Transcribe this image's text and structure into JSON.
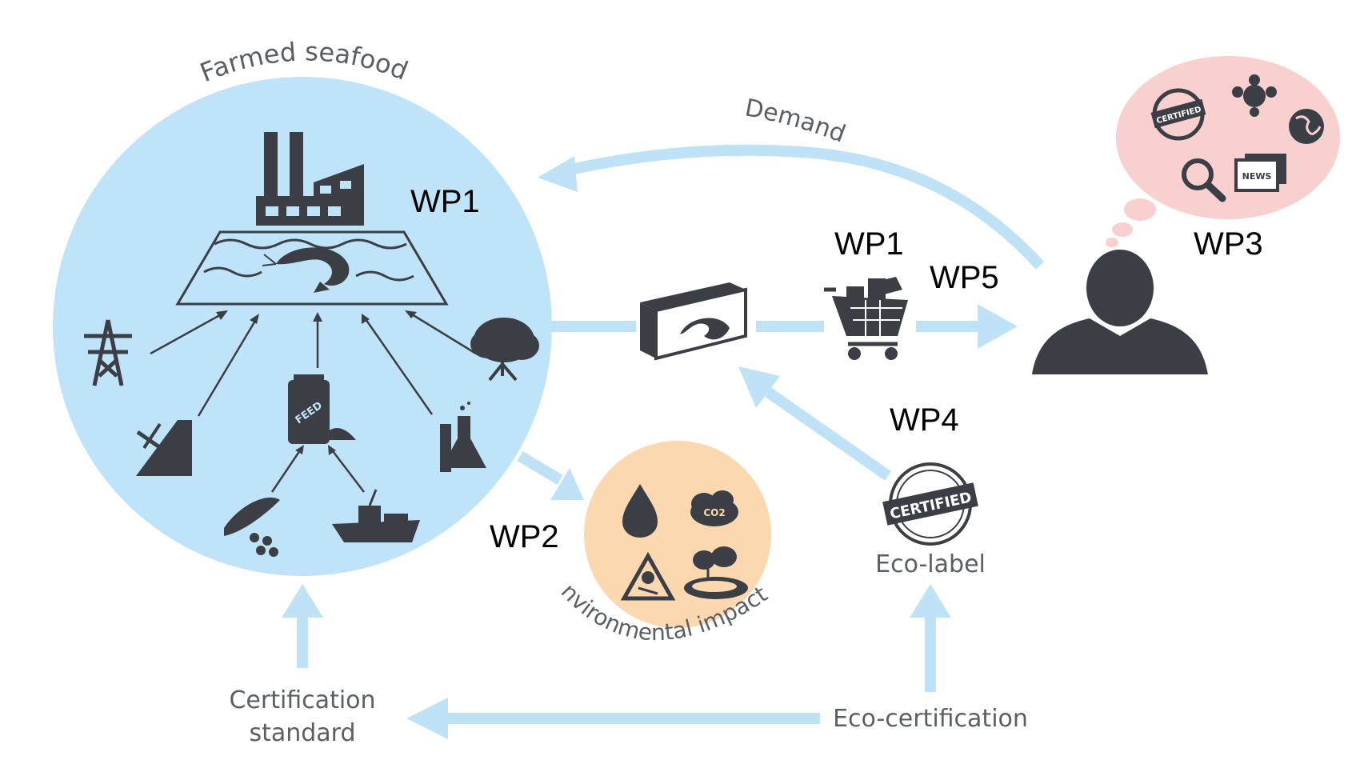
{
  "labels": {
    "farmed_seafood": "Farmed seafood",
    "demand": "Demand",
    "environmental_impacts": "Environmental impacts",
    "eco_label": "Eco-label",
    "eco_certification": "Eco-certification",
    "certification_standard_line1": "Certification",
    "certification_standard_line2": "standard"
  },
  "wp_tags": {
    "farm": "WP1",
    "retail": "WP1",
    "consumer_path": "WP5",
    "consumer_info": "WP3",
    "environment": "WP2",
    "ecolabel": "WP4"
  },
  "icon_text": {
    "feed": "FEED",
    "certified": "CERTIFIED",
    "news": "NEWS",
    "co2": "CO2"
  },
  "icons": [
    "factory-icon",
    "shrimp-pond-icon",
    "power-pylon-icon",
    "mining-icon",
    "feed-bag-icon",
    "pea-pod-icon",
    "fishing-boat-icon",
    "lab-flask-icon",
    "mangrove-tree-icon",
    "seafood-box-icon",
    "shopping-cart-icon",
    "consumer-icon",
    "certified-stamp-icon",
    "network-icon",
    "globe-icon",
    "magnifier-icon",
    "news-icon",
    "water-drop-icon",
    "co2-cloud-icon",
    "toxic-warning-icon",
    "polluted-landscape-icon"
  ],
  "colors": {
    "farm_circle": "#bfe3f8",
    "arrow_blue": "#bfe2f7",
    "impact_circle": "#fbd8b0",
    "thought_bubble": "#f9d0d0",
    "icon_dark": "#3b3f45",
    "label_gray": "#5a5f66"
  }
}
